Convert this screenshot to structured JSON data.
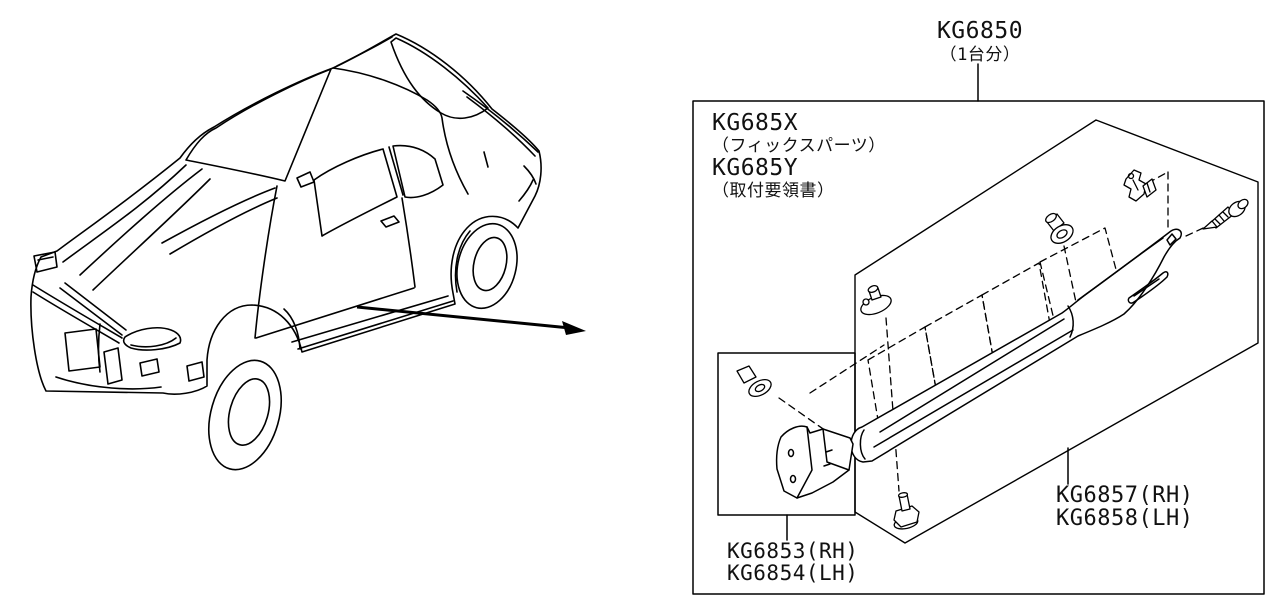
{
  "colors": {
    "background": "#ffffff",
    "line": "#000000",
    "text": "#111111"
  },
  "labels": {
    "kit_code": "KG6850",
    "kit_qty_note": "（1台分）",
    "fix_parts_code": "KG685X",
    "fix_parts_note": "（フィックスパーツ）",
    "install_manual_code": "KG685Y",
    "install_manual_note": "（取付要領書）",
    "front_bracket_rh": "KG6853(RH)",
    "front_bracket_lh": "KG6854(LH)",
    "side_sill_rh": "KG6857(RH)",
    "side_sill_lh": "KG6858(LH)"
  }
}
